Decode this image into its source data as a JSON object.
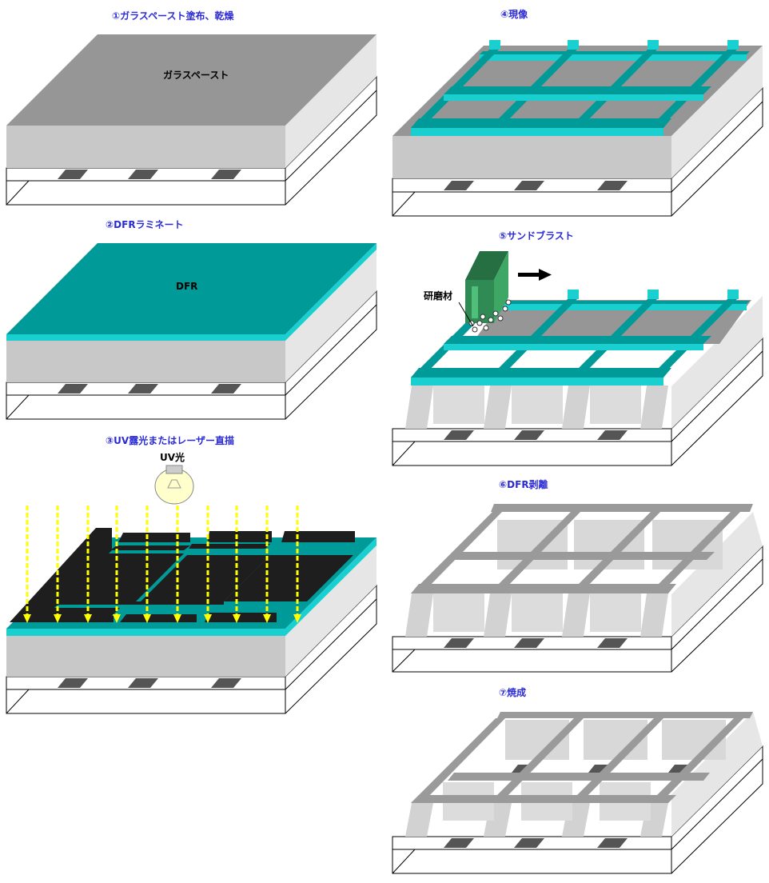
{
  "steps": [
    {
      "title": "①ガラスペースト塗布、乾燥",
      "label": "ガラスペースト"
    },
    {
      "title": "②DFRラミネート",
      "label": "DFR"
    },
    {
      "title": "③UV露光またはレーザー直描",
      "label": "UV光"
    },
    {
      "title": "④現像"
    },
    {
      "title": "⑤サンドブラスト",
      "label": "研磨材"
    },
    {
      "title": "⑥DFR剥離"
    },
    {
      "title": "⑦焼成"
    }
  ],
  "colors": {
    "title": "#2b2bd6",
    "glass_top": "#969696",
    "glass_front": "#c8c8c8",
    "glass_side": "#e6e6e6",
    "dfr": "#009a98",
    "dfr_light": "#19cfcf",
    "mask": "#1e1e1e",
    "uv_arrow": "#ffff00",
    "nozzle": "#2f8a54",
    "electrode": "#555555"
  }
}
